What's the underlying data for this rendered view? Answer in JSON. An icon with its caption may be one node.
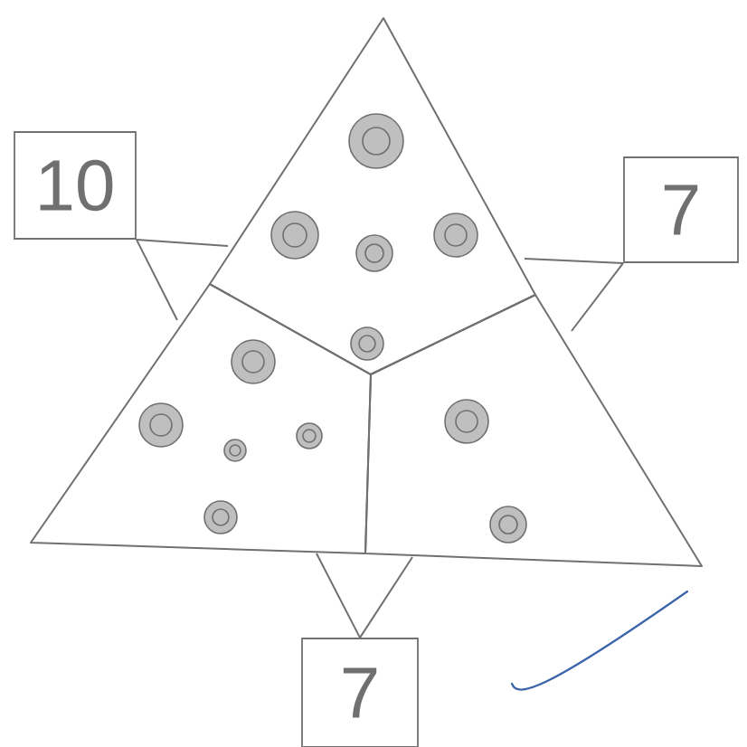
{
  "diagram": {
    "nodes": [
      {
        "text": [],
        "shape": "polygon"
      },
      {
        "text": [
          "10"
        ]
      },
      {
        "text": [
          "7"
        ]
      },
      {
        "text": [],
        "shape": "polygon"
      },
      {
        "text": [],
        "shape": "polygon"
      },
      {
        "text": [
          "7"
        ]
      }
    ],
    "edges": [
      {
        "from": 1,
        "to": 0,
        "arrow": "none"
      },
      {
        "from": 1,
        "to": 3,
        "arrow": "none"
      },
      {
        "from": 2,
        "to": 0,
        "arrow": "none"
      },
      {
        "from": 2,
        "to": 4,
        "arrow": "none"
      },
      {
        "from": 5,
        "to": 3,
        "arrow": "none"
      },
      {
        "from": 5,
        "to": 4,
        "arrow": "none"
      }
    ]
  }
}
